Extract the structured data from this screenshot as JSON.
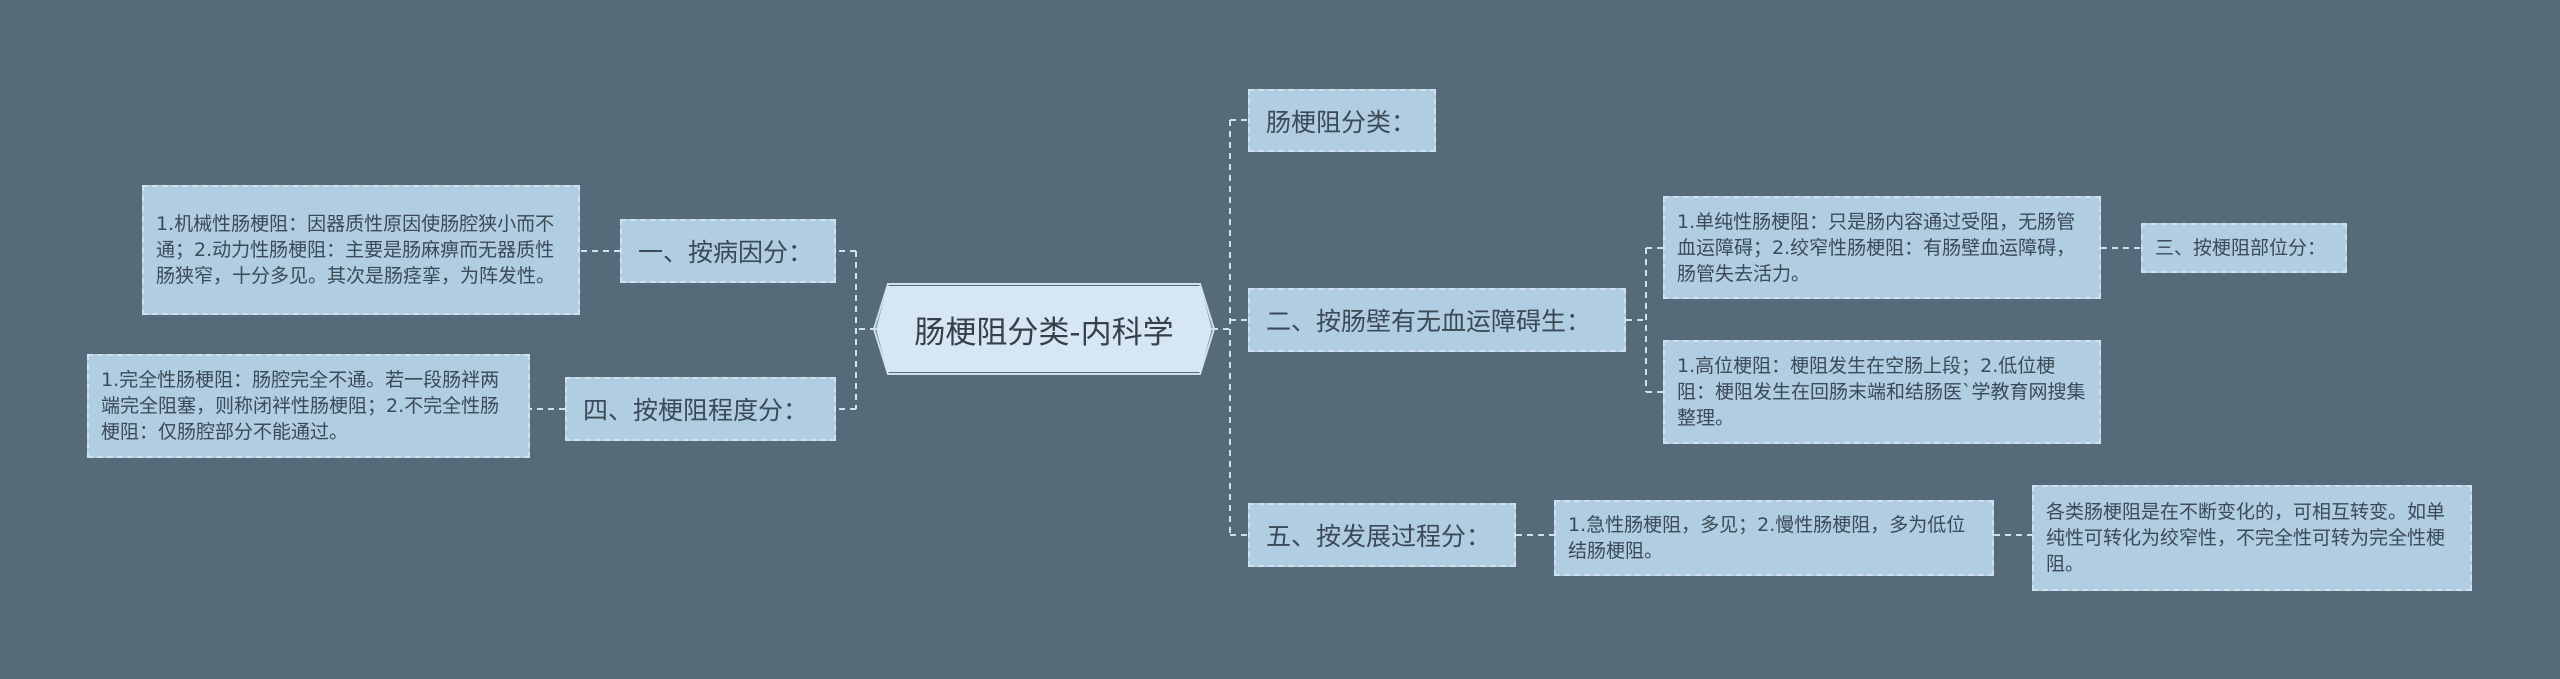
{
  "root": {
    "label": "肠梗阻分类-内科学"
  },
  "left": {
    "cause": {
      "label": "一、按病因分：",
      "detail": "1.机械性肠梗阻：因器质性原因使肠腔狭小而不通；2.动力性肠梗阻：主要是肠麻痹而无器质性肠狭窄，十分多见。其次是肠痉挛，为阵发性。"
    },
    "degree": {
      "label": "四、按梗阻程度分：",
      "detail": "1.完全性肠梗阻：肠腔完全不通。若一段肠袢两端完全阻塞，则称闭袢性肠梗阻；2.不完全性肠梗阻：仅肠腔部分不能通过。"
    }
  },
  "right": {
    "title": {
      "label": "肠梗阻分类："
    },
    "blood": {
      "label": "二、按肠壁有无血运障碍生：",
      "detail1": "1.单纯性肠梗阻：只是肠内容通过受阻，无肠管血运障碍；2.绞窄性肠梗阻：有肠壁血运障碍，肠管失去活力。",
      "detail1_child": "三、按梗阻部位分：",
      "detail2": "1.高位梗阻：梗阻发生在空肠上段；2.低位梗阻：梗阻发生在回肠末端和结肠医`学教育网搜集整理。"
    },
    "course": {
      "label": "五、按发展过程分：",
      "detail": "1.急性肠梗阻，多见；2.慢性肠梗阻，多为低位结肠梗阻。",
      "detail_child": "各类肠梗阻是在不断变化的，可相互转变。如单纯性可转化为绞窄性，不完全性可转为完全性梗阻。"
    }
  },
  "colors": {
    "background": "#566b7a",
    "node": "#b0cde2",
    "root": "#d6e7f3",
    "line": "#cfe1ee",
    "text": "#3b4a56"
  }
}
